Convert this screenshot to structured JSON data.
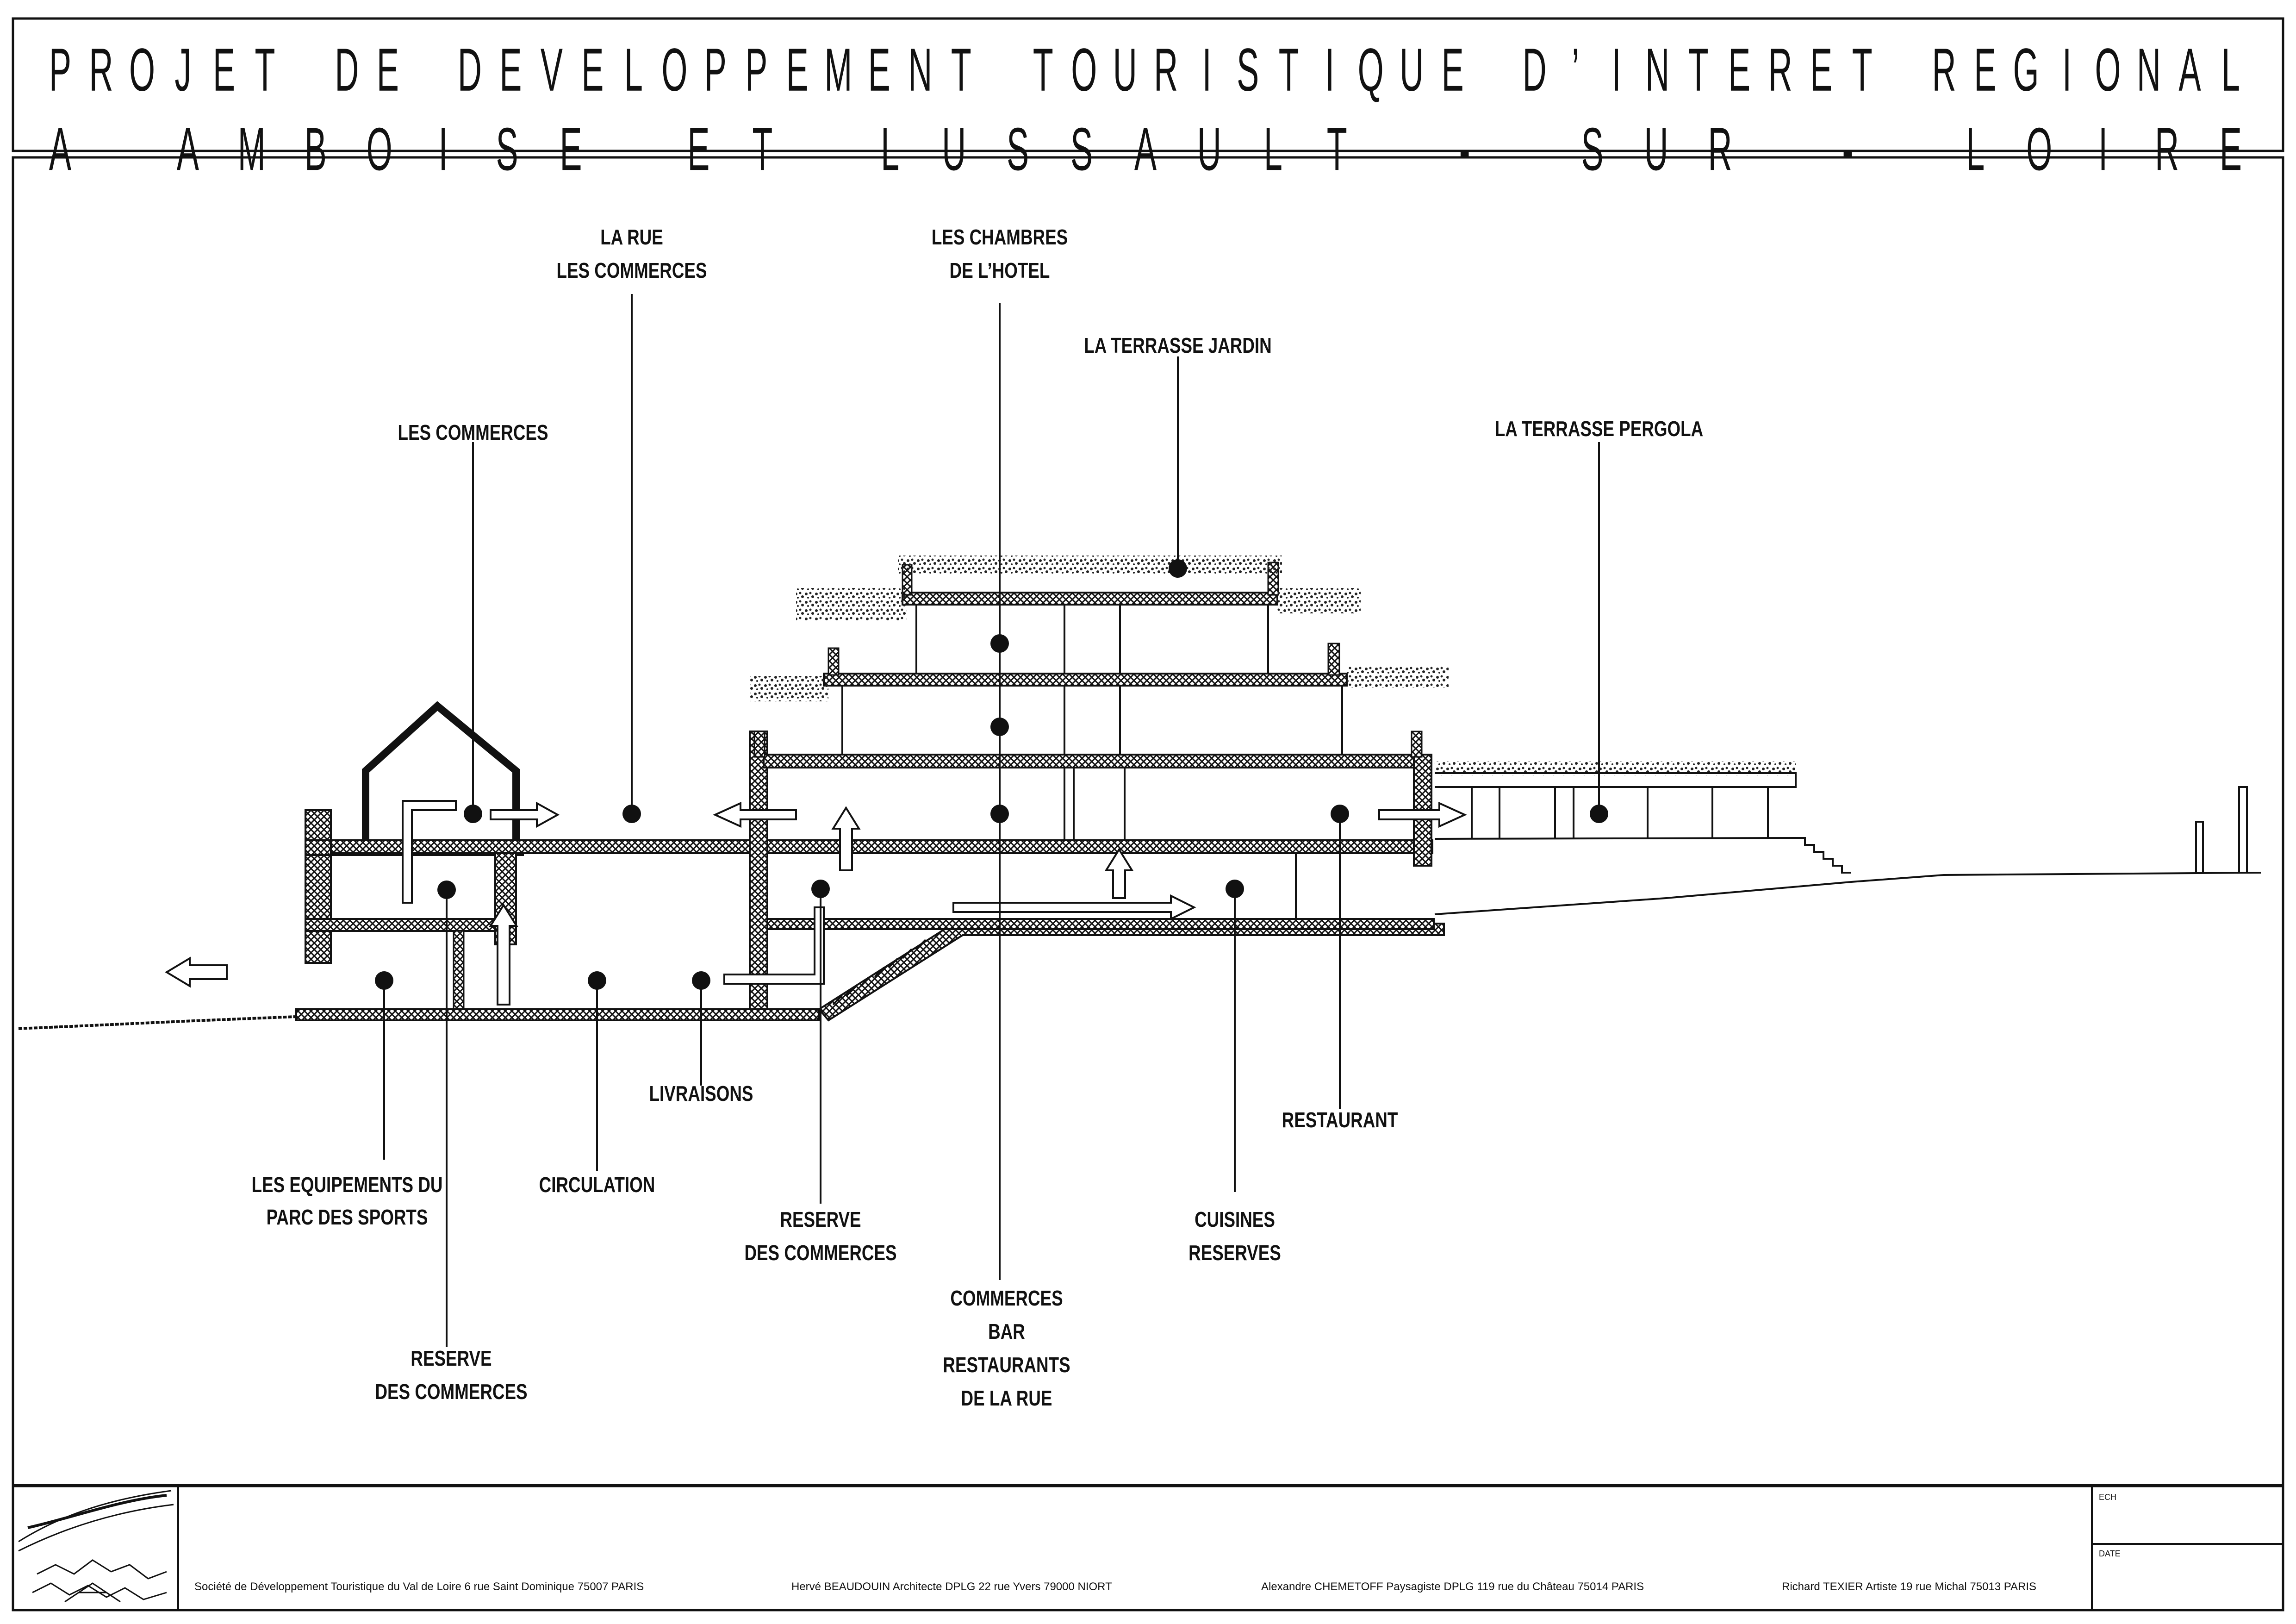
{
  "title": {
    "line1": [
      "P",
      "R",
      "O",
      "J",
      "E",
      "T",
      " ",
      "D",
      "E",
      " ",
      "D",
      "E",
      "V",
      "E",
      "L",
      "O",
      "P",
      "P",
      "E",
      "M",
      "E",
      "N",
      "T",
      " ",
      "T",
      "O",
      "U",
      "R",
      "I",
      "S",
      "T",
      "I",
      "Q",
      "U",
      "E",
      " ",
      "D",
      "’",
      "I",
      "N",
      "T",
      "E",
      "R",
      "E",
      "T",
      " ",
      "R",
      "E",
      "G",
      "I",
      "O",
      "N",
      "A",
      "L"
    ],
    "line2": [
      "A",
      " ",
      "A",
      "M",
      "B",
      "O",
      "I",
      "S",
      "E",
      " ",
      "E",
      "T",
      " ",
      "L",
      "U",
      "S",
      "S",
      "A",
      "U",
      "L",
      "T",
      " ",
      "-",
      " ",
      "S",
      "U",
      "R",
      " ",
      "-",
      " ",
      "L",
      "O",
      "I",
      "R",
      "E"
    ]
  },
  "labels": {
    "rue_commerces": [
      "LA RUE",
      "LES COMMERCES"
    ],
    "chambres_hotel": [
      "LES CHAMBRES",
      "DE L’HOTEL"
    ],
    "terrasse_jardin": [
      "LA TERRASSE JARDIN"
    ],
    "commerces": [
      "LES COMMERCES"
    ],
    "terrasse_pergola": [
      "LA TERRASSE PERGOLA"
    ],
    "livraisons": [
      "LIVRAISONS"
    ],
    "restaurant": [
      "RESTAURANT"
    ],
    "equipements": [
      "LES EQUIPEMENTS DU",
      "PARC DES SPORTS"
    ],
    "circulation": [
      "CIRCULATION"
    ],
    "reserve_commerces_mid": [
      "RESERVE",
      "DES COMMERCES"
    ],
    "cuisines": [
      "CUISINES",
      "RESERVES"
    ],
    "commerces_bar": [
      "COMMERCES",
      "BAR",
      "RESTAURANTS",
      "DE LA RUE"
    ],
    "reserve_commerces_low": [
      "RESERVE",
      "DES COMMERCES"
    ]
  },
  "footer": {
    "credit1": "Société de Développement Touristique du Val de Loire  6 rue Saint Dominique 75007 PARIS",
    "credit2": "Hervé BEAUDOUIN Architecte DPLG  22 rue Yvers 79000 NIORT",
    "credit3": "Alexandre CHEMETOFF  Paysagiste DPLG  119 rue du Château 75014 PARIS",
    "credit4": "Richard TEXIER  Artiste  19 rue Michal  75013  PARIS",
    "ech_label": "ECH",
    "date_label": "DATE"
  }
}
